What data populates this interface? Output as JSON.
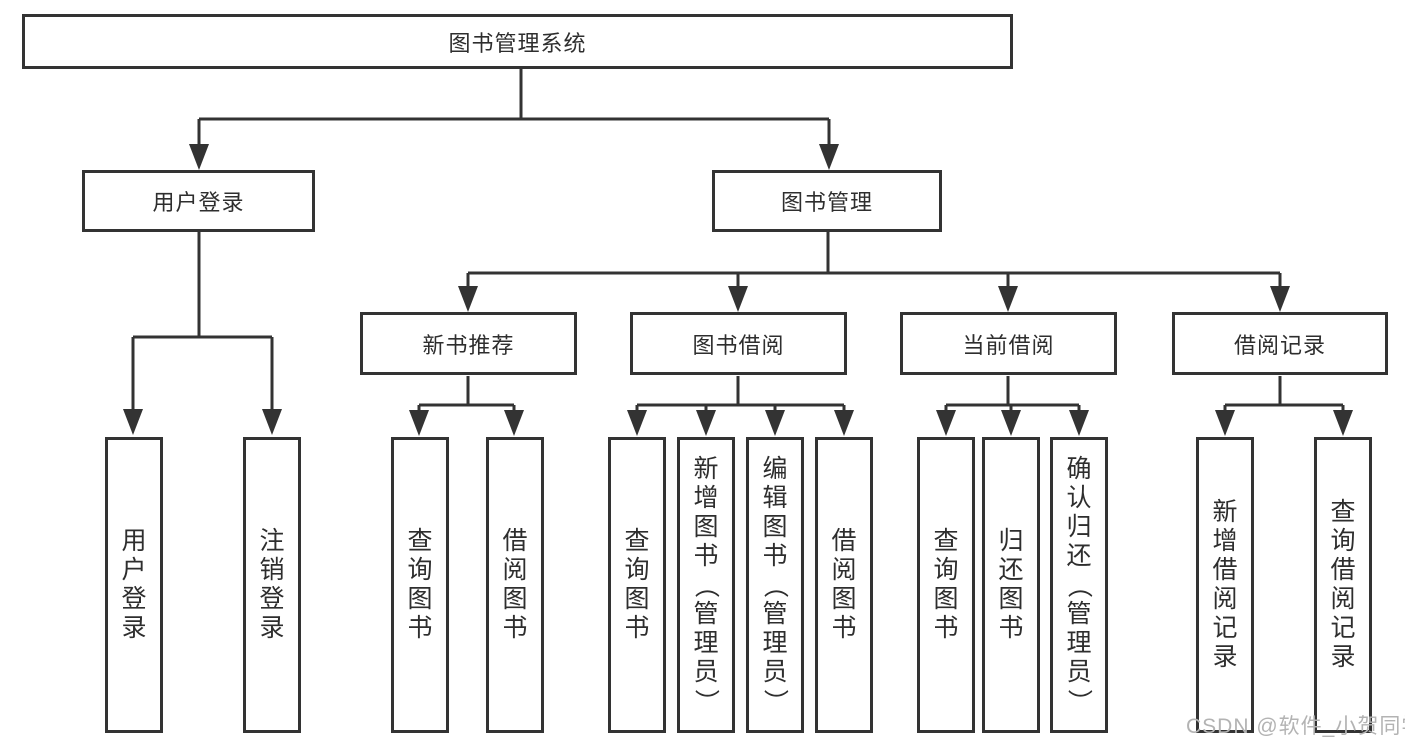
{
  "diagram": {
    "root": {
      "label": "图书管理系统"
    },
    "level2": [
      {
        "label": "用户登录"
      },
      {
        "label": "图书管理"
      }
    ],
    "level3": [
      {
        "label": "新书推荐"
      },
      {
        "label": "图书借阅"
      },
      {
        "label": "当前借阅"
      },
      {
        "label": "借阅记录"
      }
    ],
    "leaves": {
      "user_login": [
        {
          "label": "用户登录"
        },
        {
          "label": "注销登录"
        }
      ],
      "new_book": [
        {
          "label": "查询图书"
        },
        {
          "label": "借阅图书"
        }
      ],
      "borrow": [
        {
          "label": "查询图书"
        },
        {
          "label": "新增图书（管理员）"
        },
        {
          "label": "编辑图书（管理员）"
        },
        {
          "label": "借阅图书"
        }
      ],
      "current": [
        {
          "label": "查询图书"
        },
        {
          "label": "归还图书"
        },
        {
          "label": "确认归还（管理员）"
        }
      ],
      "records": [
        {
          "label": "新增借阅记录"
        },
        {
          "label": "查询借阅记录"
        }
      ]
    },
    "watermark": "CSDN @软件_小贺同学",
    "colors": {
      "line": "#333333",
      "text": "#2e2e2e",
      "watermark": "#b3b3b3",
      "background": "#ffffff"
    }
  }
}
